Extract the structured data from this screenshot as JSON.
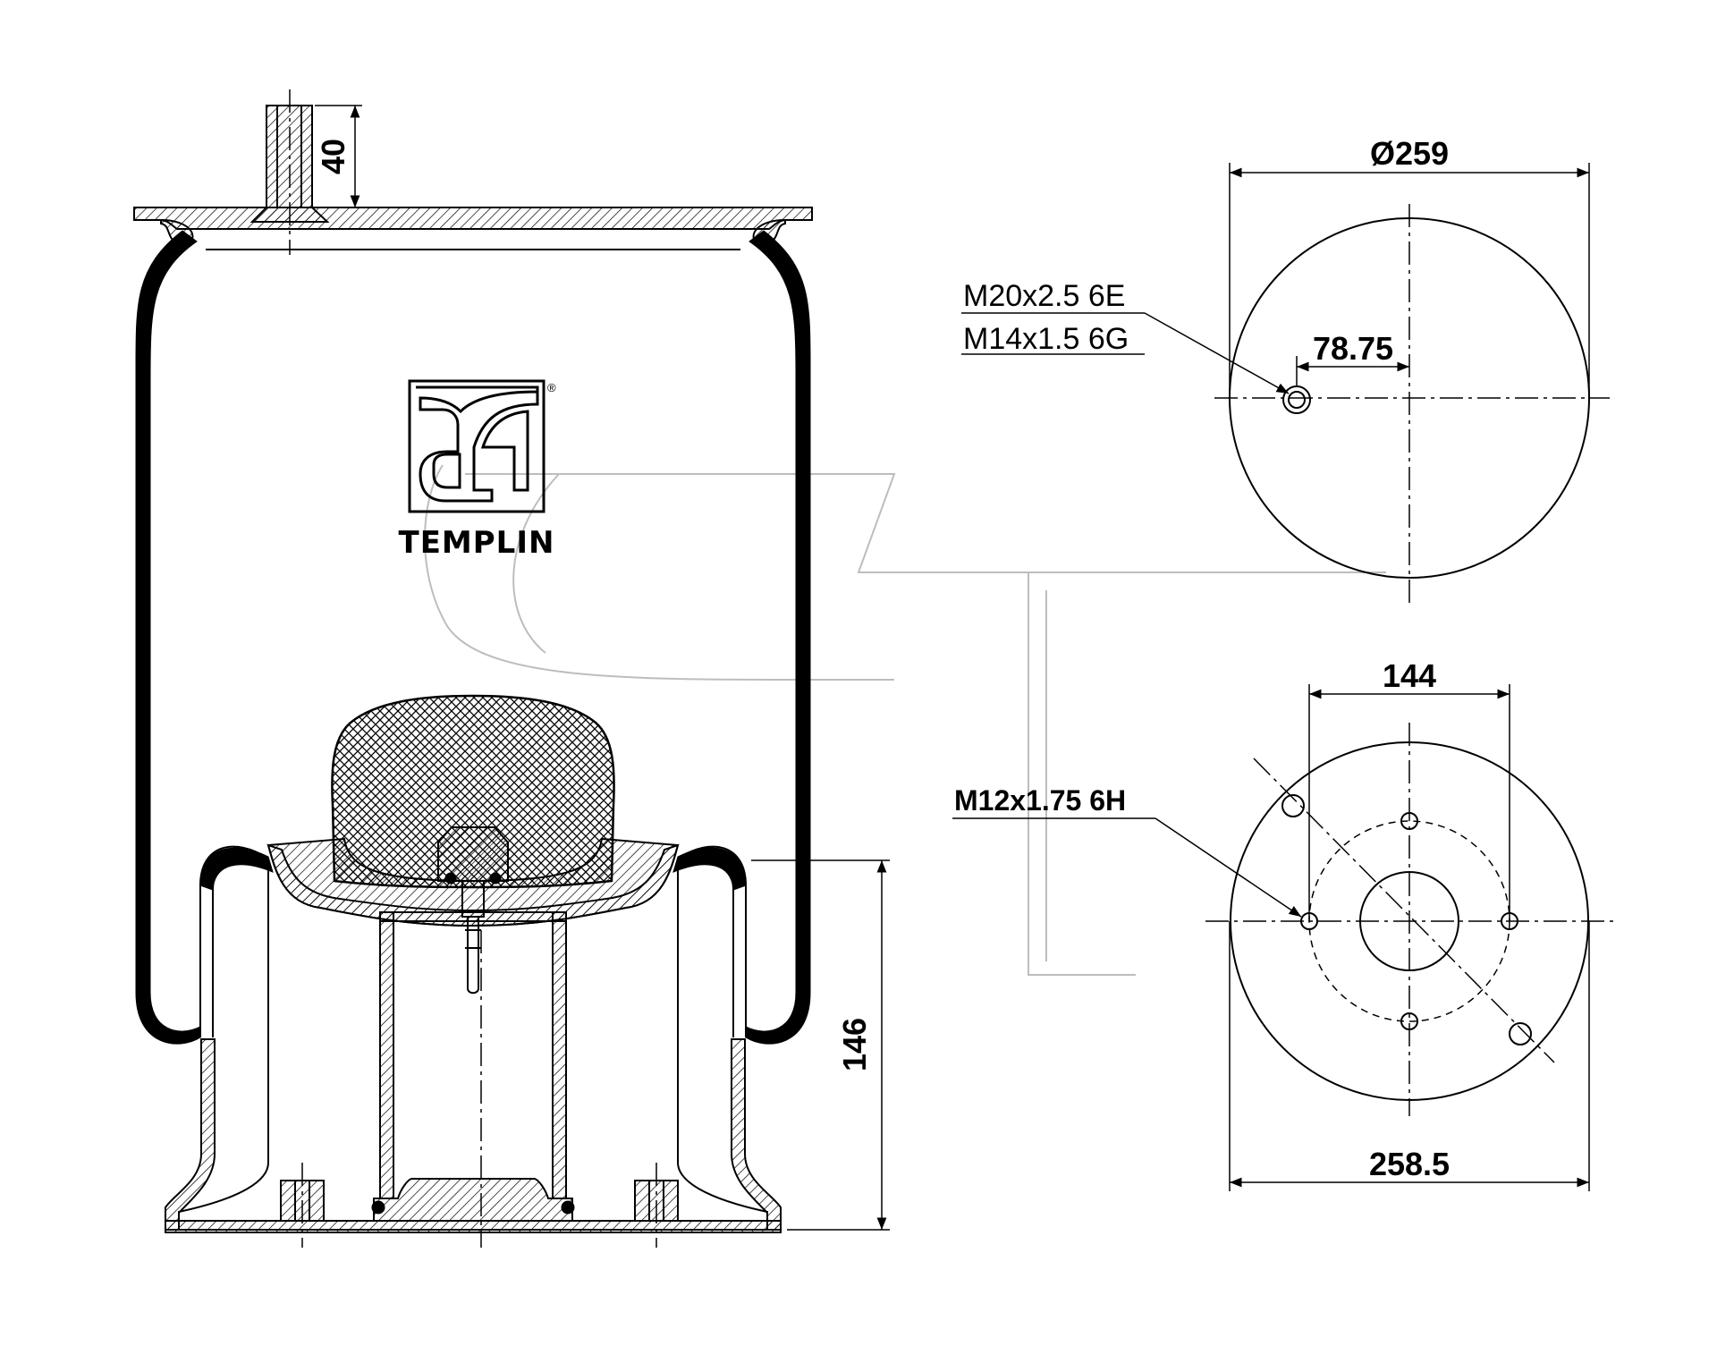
{
  "logo": {
    "brand_name": "TEMPLIN",
    "registered_mark": "®",
    "monogram": "ST"
  },
  "side_view": {
    "dim_stud_height": "40",
    "dim_piston_height": "146"
  },
  "top_view": {
    "dim_diameter": "Ø259",
    "dim_offset": "78.75",
    "thread_primary": "M20x2.5 6E",
    "thread_secondary": "M14x1.5 6G"
  },
  "bottom_view": {
    "dim_bolt_spacing": "144",
    "dim_diameter": "258.5",
    "thread": "M12x1.75 6H"
  },
  "icons": [
    "st-templin-logo"
  ],
  "colors": {
    "line": "#000000",
    "watermark": "#bdbdbd",
    "background": "#ffffff"
  }
}
